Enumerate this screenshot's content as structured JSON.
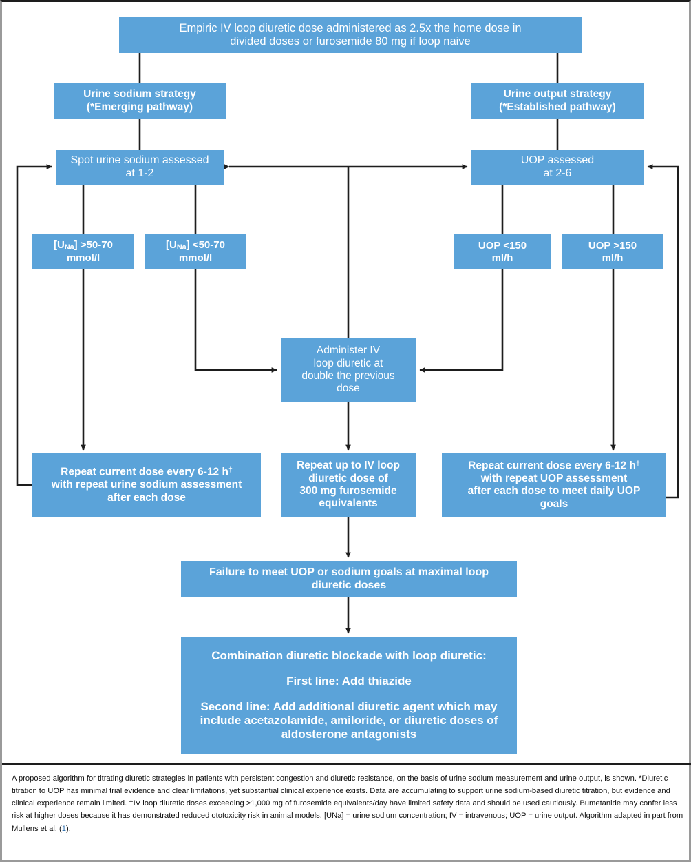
{
  "figure": {
    "palette": {
      "box_fill": "#5ba3d9",
      "box_text": "#ffffff",
      "connector": "#1d1d1d",
      "frame": "#9a9a9a",
      "caption_link": "#2e6fae"
    },
    "boxes": {
      "empiric": {
        "line1": "Empiric IV loop diuretic dose administered as 2.5x the home dose in",
        "line2": "divided doses or furosemide 80 mg if loop naive"
      },
      "na_strategy": {
        "line1": "Urine sodium strategy",
        "line2": "(*Emerging pathway)"
      },
      "uop_strategy": {
        "line1": "Urine output strategy",
        "line2": "(*Established pathway)"
      },
      "spot_na": {
        "line1": "Spot urine sodium assessed",
        "line2": "at 1-2"
      },
      "uop_assessed": {
        "line1": "UOP assessed",
        "line2": "at 2-6"
      },
      "na_high": {
        "prefix": "[U",
        "sub": "Na",
        "suffix": "] >50-70",
        "line2": "mmol/l"
      },
      "na_low": {
        "prefix": "[U",
        "sub": "Na",
        "suffix": "] <50-70",
        "line2": "mmol/l"
      },
      "uop_low": {
        "line1": "UOP <150",
        "line2": "ml/h"
      },
      "uop_high": {
        "line1": "UOP >150",
        "line2": "ml/h"
      },
      "administer": {
        "line1": "Administer IV",
        "line2": "loop diuretic at",
        "line3": "double the previous",
        "line4": "dose"
      },
      "repeat_na": {
        "line1a": "Repeat current dose every 6-12 h",
        "line1b": "†",
        "line2": "with repeat urine sodium assessment",
        "line3": "after each dose"
      },
      "repeat_dose": {
        "line1": "Repeat up to IV loop",
        "line2": "diuretic dose of",
        "line3": "300 mg furosemide",
        "line4": "equivalents"
      },
      "repeat_uop": {
        "line1a": "Repeat current dose every 6-12 h",
        "line1b": "†",
        "line2": "with repeat UOP assessment",
        "line3": "after each dose to meet daily UOP",
        "line4": "goals"
      },
      "failure": {
        "line1": "Failure to meet UOP or sodium goals at maximal loop",
        "line2": "diuretic doses"
      },
      "combination": {
        "line1": "Combination diuretic blockade with loop diuretic:",
        "line2": "First line: Add thiazide",
        "line3": "Second line: Add additional diuretic agent which may",
        "line4": "include acetazolamide, amiloride, or diuretic doses of",
        "line5": "aldosterone antagonists"
      }
    }
  },
  "caption": {
    "text": "A proposed algorithm for titrating diuretic strategies in patients with persistent congestion and diuretic resistance, on the basis of urine sodium measurement and urine output, is shown. *Diuretic titration to UOP has minimal trial evidence and clear limitations, yet substantial clinical experience exists. Data are accumulating to support urine sodium-based diuretic titration, but evidence and clinical experience remain limited. †IV loop diuretic doses exceeding >1,000 mg of furosemide equivalents/day have limited safety data and should be used cautiously. Bumetanide may confer less risk at higher doses because it has demonstrated reduced ototoxicity risk in animal models. [UNa] = urine sodium concentration; IV = intravenous; UOP = urine output. Algorithm adapted in part from Mullens et al. (",
    "ref": "1",
    "tail": ")."
  }
}
